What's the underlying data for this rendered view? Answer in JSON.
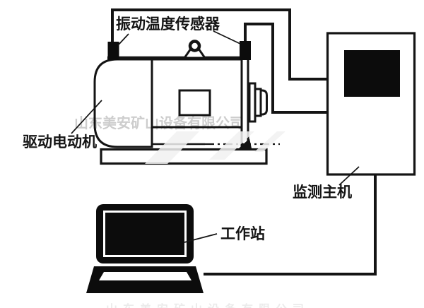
{
  "colors": {
    "background": "#ffffff",
    "line": "#141414",
    "fill": "#0c0c0c",
    "watermark": "#c8c8c8"
  },
  "labels": {
    "sensor": "振动温度传感器",
    "motor": "驱动电动机",
    "host": "监测主机",
    "workstation": "工作站"
  },
  "watermark": {
    "text": "山东美安矿山设备有限公司"
  },
  "icons": {
    "vibration-temperature-sensor": "small filled black rectangle block",
    "lifting-eye": "ring circle on trapezoid mount",
    "laptop": "black laptop silhouette with screen and keyboard base",
    "monitoring-host": "cabinet rectangle with black display panel"
  }
}
